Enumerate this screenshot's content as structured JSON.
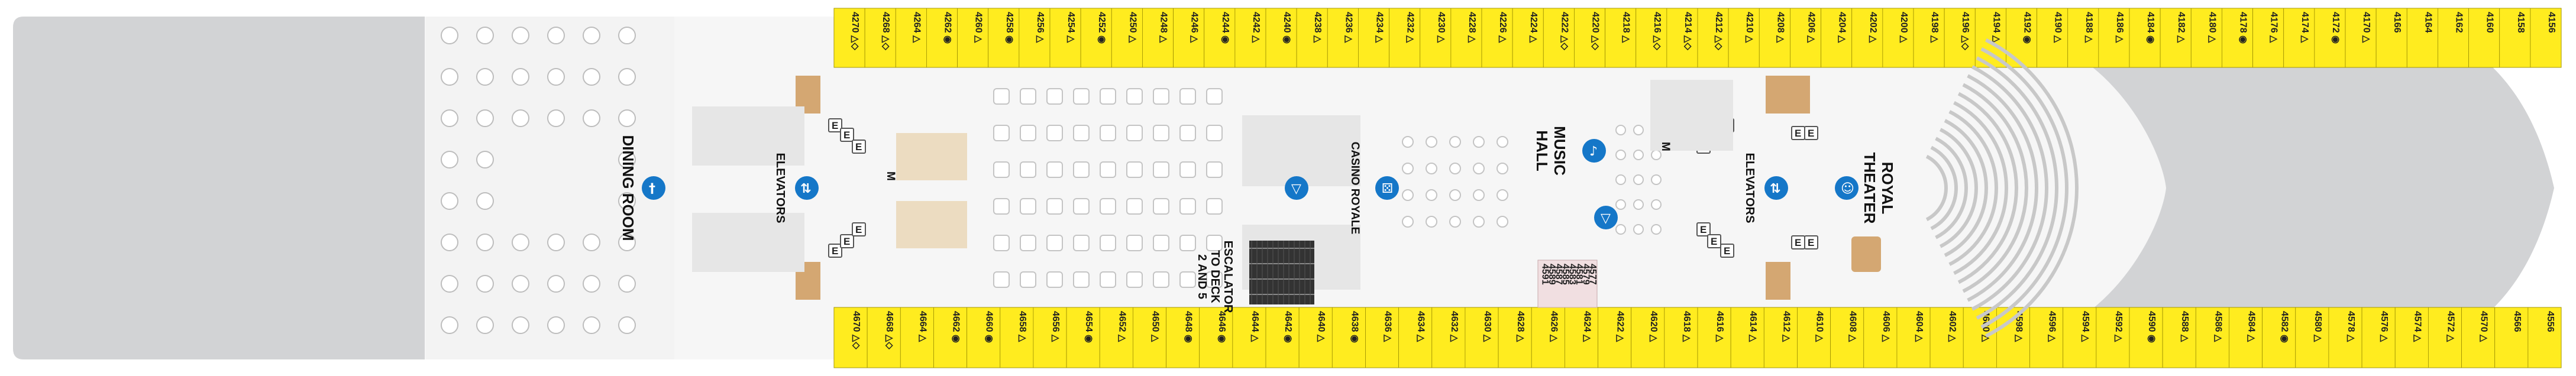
{
  "colors": {
    "hull": "#d2d3d5",
    "interior": "#f6f6f6",
    "floor": "#ffffff",
    "cabin_standard": "#ffec1f",
    "cabin_accessible": "#f1dfe1",
    "cabin_line": "#9c8f00",
    "elevator_shaft": "#a8a8a8",
    "stair_wood": "#d4a772",
    "icon_blue": "#1577c8",
    "escalator": "#333333",
    "furniture": "#e1e1e1"
  },
  "venues": {
    "dining_room": "DINING ROOM",
    "elevators_aft": "ELEVATORS",
    "casino": "CASINO ROYALE",
    "escalator_line1": "ESCALATOR",
    "escalator_line2": "TO DECK",
    "escalator_line3": "2 AND 5",
    "music_hall_line1": "MUSIC",
    "music_hall_line2": "HALL",
    "elevators_fwd": "ELEVATORS",
    "theater_line1": "ROYAL",
    "theater_line2": "THEATER"
  },
  "icons": {
    "dining": "fork-knife-icon",
    "elevator": "elevator-icon",
    "bar": "cocktail-glass-icon",
    "casino": "dice-icon",
    "music": "music-note-icon",
    "theater": "theater-masks-icon"
  },
  "elevator_letter": "E",
  "cabins_top": [
    "4270 △◇",
    "4268 △◇",
    "4264 △",
    "4262 ◉",
    "4260 △",
    "4258 ◉",
    "4256 △",
    "4254 △",
    "4252 ◉",
    "4250 △",
    "4248 △",
    "4246 △",
    "4244 ◉",
    "4242 △",
    "4240 ◉",
    "4238 △",
    "4236 △",
    "4234 △",
    "4232 △",
    "4230 △",
    "4228 △",
    "4226 △",
    "4224 △",
    "4222 △◇",
    "4220 △◇",
    "4218 △",
    "4216 △◇",
    "4214 △◇",
    "4212 △◇",
    "4210 △",
    "4208 △",
    "4206 △",
    "4204 △",
    "4202 △",
    "4200 △",
    "4198 △",
    "4196 △◇",
    "4194 △",
    "4192 ◉",
    "4190 △",
    "4188 △",
    "4186 △",
    "4184 ◉",
    "4182 △",
    "4180 △",
    "4178 ◉",
    "4176 △",
    "4174 △",
    "4172 ◉",
    "4170 △",
    "4166",
    "4164",
    "4162",
    "4160",
    "4158",
    "4156"
  ],
  "cabins_bottom": [
    "4670 △◇",
    "4668 △◇",
    "4664 △",
    "4662 ◉",
    "4660 ◉",
    "4658 △",
    "4656 △",
    "4654 ◉",
    "4652 △",
    "4650 △",
    "4648 ◉",
    "4646 ◉",
    "4644 △",
    "4642 ◉",
    "4640 △",
    "4638 ◉",
    "4636 △",
    "4634 △",
    "4632 △",
    "4630 △",
    "4628 △",
    "4626 △",
    "4624 △",
    "4622 △",
    "4620 △",
    "4618 △",
    "4616 △",
    "4614 △",
    "4612 △",
    "4610 △",
    "4608 △",
    "4606 △",
    "4604 △",
    "4602 △",
    "4600 △",
    "4598 △",
    "4596 △",
    "4594 △",
    "4592 △",
    "4590 ◉",
    "4588 △",
    "4586 △",
    "4584 △",
    "4582 ◉",
    "4580 △",
    "4578 △",
    "4576 △",
    "4574 △",
    "4572 △",
    "4570 △",
    "4566",
    "4556"
  ],
  "cabins_accessible": [
    "4577",
    "4579",
    "4581",
    "4583",
    "4585",
    "4587",
    "4589",
    "4591"
  ],
  "stair_marks": [
    "M",
    "M"
  ]
}
